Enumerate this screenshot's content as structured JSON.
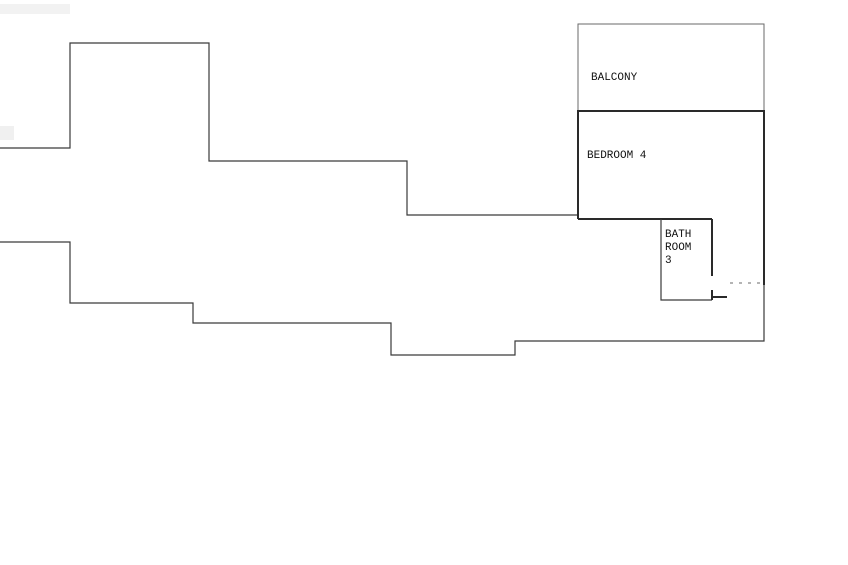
{
  "rooms": {
    "balcony": {
      "label": "BALCONY"
    },
    "bedroom4": {
      "label": "BEDROOM 4"
    },
    "bathroom3": {
      "lines": [
        "BATH",
        "ROOM",
        "3"
      ]
    }
  },
  "colors": {
    "background": "#ffffff",
    "wall": "#3a3a3a",
    "text": "#111111"
  }
}
